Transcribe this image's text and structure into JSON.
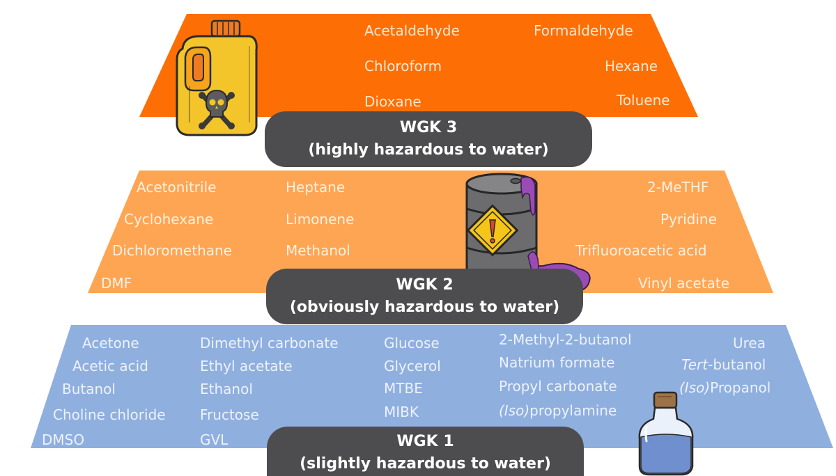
{
  "colors": {
    "wgk3_band": "#fd6f05",
    "wgk2_band": "#fea553",
    "wgk1_band": "#8fafdf",
    "label_pill": "#4d4d4f"
  },
  "tiers": {
    "wgk3": {
      "title": "WGK 3",
      "subtitle": "(highly hazardous to water)",
      "icon": "poison-canister-icon",
      "chemicals": [
        "Acetaldehyde",
        "Formaldehyde",
        "Chloroform",
        "Hexane",
        "Dioxane",
        "Toluene"
      ]
    },
    "wgk2": {
      "title": "WGK 2",
      "subtitle": "(obviously hazardous to water)",
      "icon": "hazard-barrel-icon",
      "chemicals": [
        "Acetonitrile",
        "Heptane",
        "2-MeTHF",
        "Cyclohexane",
        "Limonene",
        "Pyridine",
        "Dichloromethane",
        "Methanol",
        "Trifluoroacetic acid",
        "DMF",
        "Vinyl acetate"
      ]
    },
    "wgk1": {
      "title": "WGK 1",
      "subtitle": "(slightly hazardous to water)",
      "icon": "glass-bottle-icon",
      "chemicals": [
        "Acetone",
        "Dimethyl carbonate",
        "Glucose",
        "2-Methyl-2-butanol",
        "Urea",
        "Acetic acid",
        "Ethyl acetate",
        "Glycerol",
        "Natrium formate",
        "-butanol",
        "Butanol",
        "Ethanol",
        "MTBE",
        "Propyl carbonate",
        "Propanol",
        "Choline chloride",
        "Fructose",
        "MIBK",
        "propylamine",
        "DMSO",
        "GVL"
      ],
      "italic_parts": {
        "tert": "Tert",
        "iso_a": "(Iso)",
        "iso_b": "(Iso)"
      }
    }
  }
}
